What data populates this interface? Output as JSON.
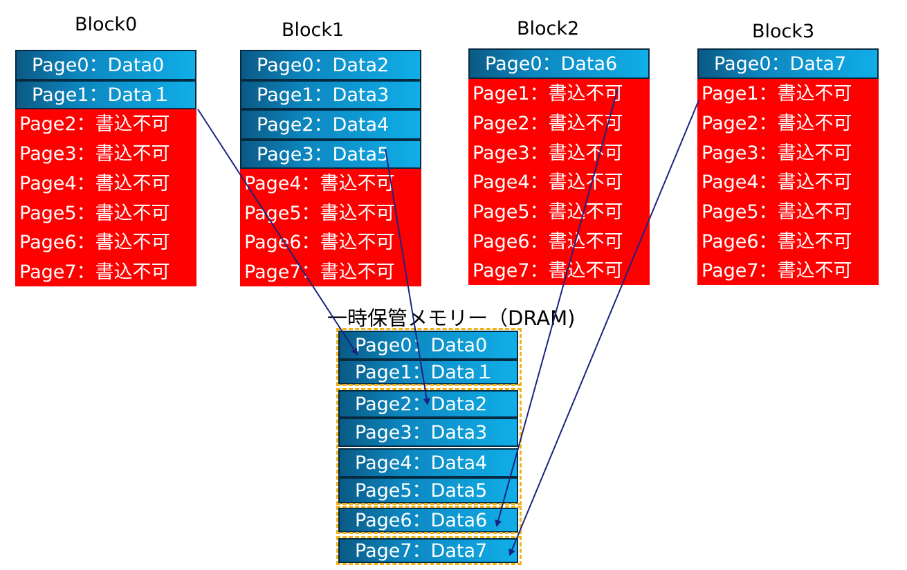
{
  "blocks": [
    {
      "title": "Block0",
      "pages": [
        {
          "label": "Page0：Data0",
          "state": "written"
        },
        {
          "label": "Page1：Data１",
          "state": "written"
        },
        {
          "label": "Page2：書込不可",
          "state": "locked"
        },
        {
          "label": "Page3：書込不可",
          "state": "locked"
        },
        {
          "label": "Page4：書込不可",
          "state": "locked"
        },
        {
          "label": "Page5：書込不可",
          "state": "locked"
        },
        {
          "label": "Page6：書込不可",
          "state": "locked"
        },
        {
          "label": "Page7：書込不可",
          "state": "locked"
        }
      ]
    },
    {
      "title": "Block1",
      "pages": [
        {
          "label": "Page0：Data2",
          "state": "written"
        },
        {
          "label": "Page1：Data3",
          "state": "written"
        },
        {
          "label": "Page2：Data4",
          "state": "written"
        },
        {
          "label": "Page3：Data5",
          "state": "written"
        },
        {
          "label": "Page4：書込不可",
          "state": "locked"
        },
        {
          "label": "Page5：書込不可",
          "state": "locked"
        },
        {
          "label": "Page6：書込不可",
          "state": "locked"
        },
        {
          "label": "Page7：書込不可",
          "state": "locked"
        }
      ]
    },
    {
      "title": "Block2",
      "pages": [
        {
          "label": "Page0：Data6",
          "state": "written"
        },
        {
          "label": "Page1：書込不可",
          "state": "locked"
        },
        {
          "label": "Page2：書込不可",
          "state": "locked"
        },
        {
          "label": "Page3：書込不可",
          "state": "locked"
        },
        {
          "label": "Page4：書込不可",
          "state": "locked"
        },
        {
          "label": "Page5：書込不可",
          "state": "locked"
        },
        {
          "label": "Page6：書込不可",
          "state": "locked"
        },
        {
          "label": "Page7：書込不可",
          "state": "locked"
        }
      ]
    },
    {
      "title": "Block3",
      "pages": [
        {
          "label": "Page0：Data7",
          "state": "written"
        },
        {
          "label": "Page1：書込不可",
          "state": "locked"
        },
        {
          "label": "Page2：書込不可",
          "state": "locked"
        },
        {
          "label": "Page3：書込不可",
          "state": "locked"
        },
        {
          "label": "Page4：書込不可",
          "state": "locked"
        },
        {
          "label": "Page5：書込不可",
          "state": "locked"
        },
        {
          "label": "Page6：書込不可",
          "state": "locked"
        },
        {
          "label": "Page7：書込不可",
          "state": "locked"
        }
      ]
    }
  ],
  "dram": {
    "title": "一時保管メモリー（DRAM)",
    "pages": [
      "Page0：Data0",
      "Page1：Data１",
      "Page2：Data2",
      "Page3：Data3",
      "Page4：Data4",
      "Page5：Data5",
      "Page6：Data6",
      "Page7：Data7"
    ]
  },
  "colors": {
    "written": "#10aee8",
    "locked": "#ff0000",
    "group_border": "#f0b31a",
    "arrow": "#1a237e"
  }
}
